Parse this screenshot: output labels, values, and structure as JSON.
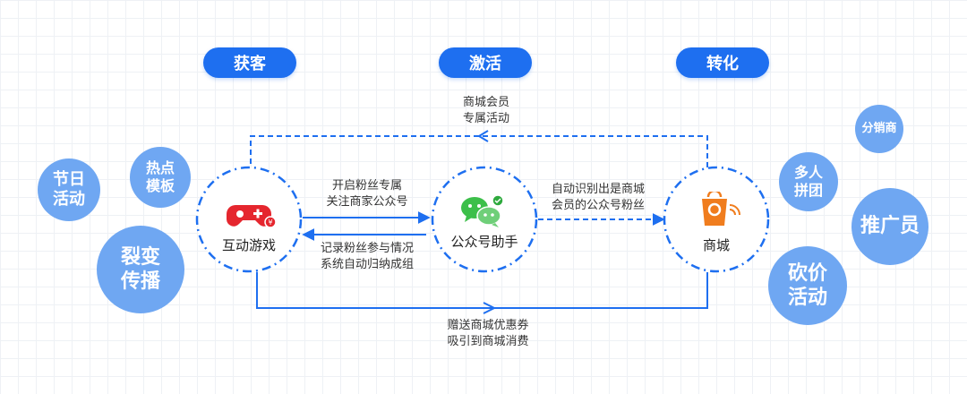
{
  "stages": {
    "acquire": "获客",
    "activate": "激活",
    "convert": "转化"
  },
  "nodes": {
    "game": "互动游戏",
    "assistant": "公众号助手",
    "mall": "商城"
  },
  "notes": {
    "top": [
      "商城会员",
      "专属活动"
    ],
    "right_top": [
      "开启粉丝专属",
      "关注商家公众号"
    ],
    "right_bottom": [
      "记录粉丝参与情况",
      "系统自动归纳成组"
    ],
    "mall_link": [
      "自动识别出是商城",
      "会员的公众号粉丝"
    ],
    "bottom": [
      "赠送商城优惠券",
      "吸引到商城消费"
    ]
  },
  "left_bubbles": {
    "festival": [
      "节日",
      "活动"
    ],
    "hot_template": [
      "热点",
      "模板"
    ],
    "viral": [
      "裂变",
      "传播"
    ]
  },
  "right_bubbles": {
    "distributor": "分销商",
    "group_buy": [
      "多人",
      "拼团"
    ],
    "promoter": "推广员",
    "bargain": [
      "砍价",
      "活动"
    ]
  },
  "colors": {
    "accent": "#1e6ff0",
    "bubble": "#6fa7f2",
    "icon_red": "#e5262e",
    "wechat_green": "#3cbf4a",
    "mall_orange": "#f07d1e"
  },
  "icons": {
    "game": "gamepad-icon",
    "assistant": "wechat-icon",
    "mall": "shopping-bag-icon"
  }
}
